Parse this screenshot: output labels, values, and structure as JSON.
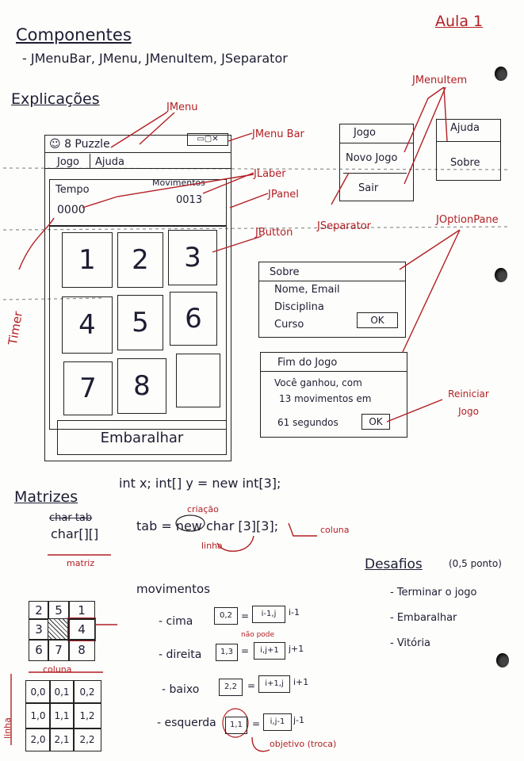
{
  "header": {
    "title": "Componentes",
    "aula": "Aula 1",
    "components_list": "- JMenuBar, JMenu, JMenuItem, JSeparator",
    "explicacoes": "Explicações"
  },
  "window": {
    "title": "8 Puzzle",
    "menu_jogo": "Jogo",
    "menu_ajuda": "Ajuda",
    "tempo_label": "Tempo",
    "tempo_value": "0000",
    "mov_label": "Movimentos",
    "mov_value": "0013",
    "tiles": [
      "1",
      "2",
      "3",
      "4",
      "5",
      "6",
      "7",
      "8",
      ""
    ],
    "button": "Embaralhar"
  },
  "labels": {
    "jmenu": "JMenu",
    "jmenubar": "JMenu Bar",
    "jlabel": "JLaber",
    "jpanel": "JPanel",
    "jbutton": "JButton",
    "jseparator": "JSeparator",
    "jmenuitem": "JMenuItem",
    "joptionpane": "JOptionPane",
    "timer": "Timer",
    "reiniciar": "Reiniciar Jogo"
  },
  "menus": {
    "jogo": [
      "Jogo",
      "Novo Jogo",
      "Sair"
    ],
    "ajuda": [
      "Ajuda",
      "Sobre"
    ]
  },
  "dialog_sobre": {
    "title": "Sobre",
    "lines": [
      "Nome, Email",
      "Disciplina",
      "Curso"
    ],
    "ok": "OK"
  },
  "dialog_fim": {
    "title": "Fim do Jogo",
    "lines": [
      "Você ganhou, com",
      "13 movimentos em",
      "61 segundos"
    ],
    "ok": "OK"
  },
  "matrizes": {
    "title": "Matrizes",
    "code1": "int x; int[] y = new int[3];",
    "code2_type": "char[][]",
    "code2_rest": "tab = new char [3][3];",
    "criacao": "criação",
    "linha": "linha",
    "coluna": "coluna",
    "matriz": "matriz",
    "struck": "char tab"
  },
  "movimentos": {
    "title": "movimentos",
    "rows": [
      {
        "label": "- cima",
        "cell": "0,2",
        "target": "i-1,j",
        "note": "i-1"
      },
      {
        "label": "- direita",
        "cell": "1,3",
        "target": "i,j+1",
        "note": "j+1"
      },
      {
        "label": "- baixo",
        "cell": "2,2",
        "target": "i+1,j",
        "note": "i+1"
      },
      {
        "label": "- esquerda",
        "cell": "1,1",
        "target": "i,j-1",
        "note": "j-1"
      }
    ],
    "nao_pode": "não pode",
    "objetivo": "objetivo (troca)"
  },
  "grid_example": [
    "2",
    "5",
    "1",
    "3",
    "",
    "4",
    "6",
    "7",
    "8"
  ],
  "index_grid": {
    "coluna": "coluna",
    "linha": "linha",
    "cells": [
      "0,0",
      "0,1",
      "0,2",
      "1,0",
      "1,1",
      "1,2",
      "2,0",
      "2,1",
      "2,2"
    ]
  },
  "desafios": {
    "title": "Desafios",
    "points": "(0,5 ponto)",
    "items": [
      "- Terminar o jogo",
      "- Embaralhar",
      "- Vitória"
    ]
  }
}
